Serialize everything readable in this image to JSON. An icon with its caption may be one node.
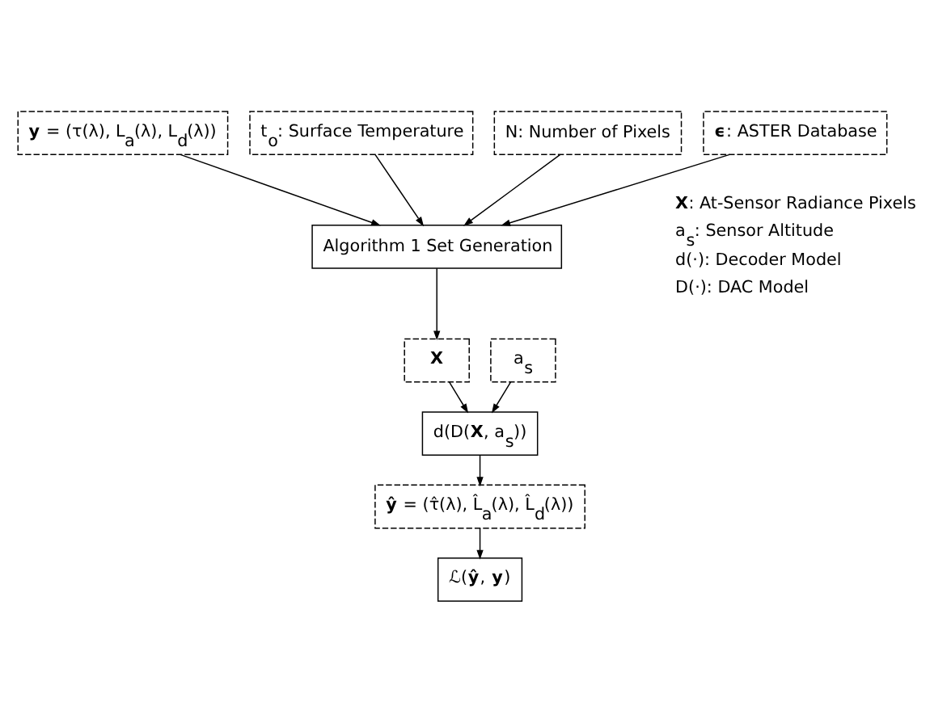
{
  "diagram": {
    "nodes": [
      {
        "text": [
          "**y** = (τ(λ), L$_{a}$(λ), L$_{d}$(λ))"
        ]
      },
      {
        "text": [
          "t$_{o}$: Surface Temperature"
        ]
      },
      {
        "text": [
          "N: Number of Pixels"
        ]
      },
      {
        "text": [
          "**ϵ**: ASTER Database"
        ]
      },
      {
        "text": [
          "Algorithm 1 Set Generation"
        ]
      },
      {
        "text": [
          "**X**"
        ]
      },
      {
        "text": [
          "a$_{s}$"
        ]
      },
      {
        "text": [
          "d(D(**X**, a$_{s}$))"
        ]
      },
      {
        "text": [
          "**ŷ** = (τ̂(λ), L̂$_{a}$(λ), L̂$_{d}$(λ))"
        ]
      },
      {
        "text": [
          "ℒ(**ŷ**, **y**)"
        ]
      }
    ],
    "edges": [
      {
        "from": 0,
        "to": 4,
        "arrow": "to"
      },
      {
        "from": 1,
        "to": 4,
        "arrow": "to"
      },
      {
        "from": 2,
        "to": 4,
        "arrow": "to"
      },
      {
        "from": 3,
        "to": 4,
        "arrow": "to"
      },
      {
        "from": 4,
        "to": 5,
        "arrow": "to"
      },
      {
        "from": 5,
        "to": 7,
        "arrow": "to"
      },
      {
        "from": 6,
        "to": 7,
        "arrow": "to"
      },
      {
        "from": 7,
        "to": 8,
        "arrow": "to"
      },
      {
        "from": 8,
        "to": 9,
        "arrow": "to"
      }
    ],
    "labels": [
      "**X**: At-Sensor Radiance Pixels",
      "a$_{s}$: Sensor Altitude",
      "d(·): Decoder Model",
      "D(·): DAC Model"
    ]
  }
}
